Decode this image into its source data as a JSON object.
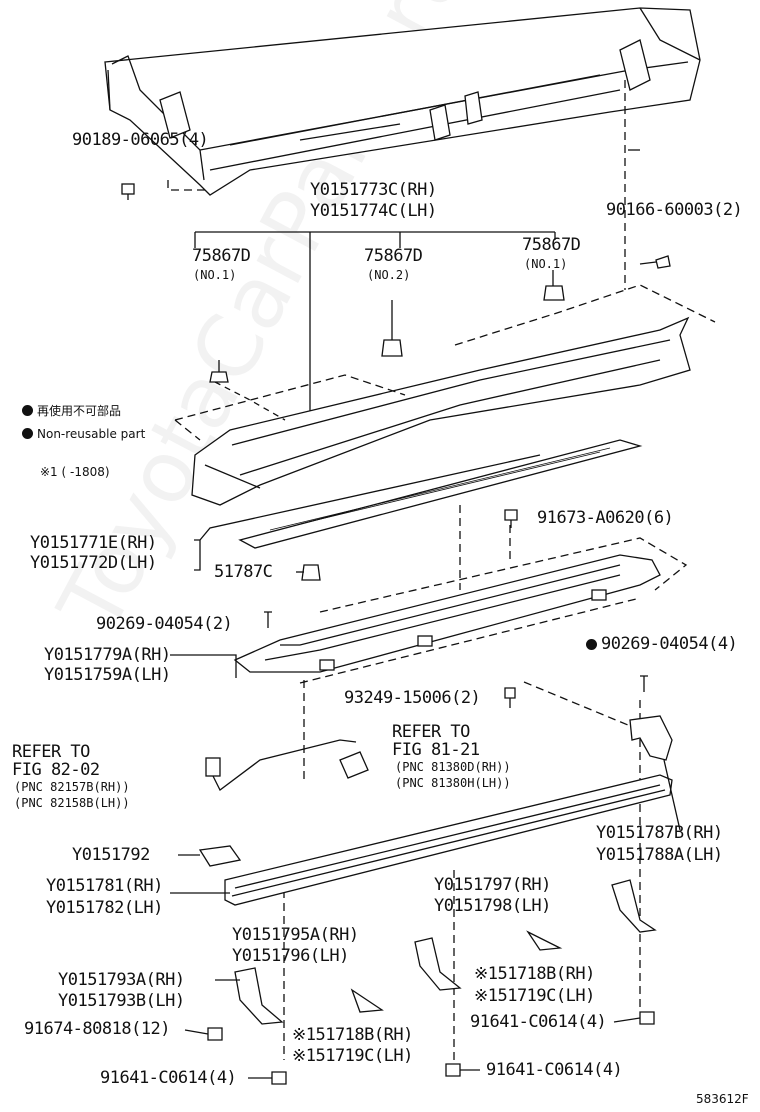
{
  "watermark": "ToyotaCarParts.ru",
  "legend": {
    "reuse_jp": "再使用不可部品",
    "reuse_en": "Non-reusable part",
    "note": "※1 (     -1808)"
  },
  "labels": {
    "p90189": "90189-06065(4)",
    "rh_step": "Y0151773C(RH)",
    "lh_step": "Y0151774C(LH)",
    "c1": "75867D",
    "c1n": "(NO.1)",
    "c2": "75867D",
    "c2n": "(NO.2)",
    "c3": "75867D",
    "c3n": "(NO.1)",
    "p90166": "90166-60003(2)",
    "p91673": "91673-A0620(6)",
    "y771": "Y0151771E(RH)",
    "y772": "Y0151772D(LH)",
    "p51787": "51787C",
    "p90269a": "90269-04054(2)",
    "p90269b": "90269-04054(4)",
    "y779": "Y0151779A(RH)",
    "y759": "Y0151759A(LH)",
    "p93249": "93249-15006(2)",
    "refer1a": "REFER TO",
    "refer1b": "FIG 82-02",
    "refer1c": "(PNC 82157B(RH))",
    "refer1d": "(PNC 82158B(LH))",
    "refer2a": "REFER TO",
    "refer2b": "FIG 81-21",
    "refer2c": "(PNC 81380D(RH))",
    "refer2d": "(PNC 81380H(LH))",
    "y787": "Y0151787B(RH)",
    "y788": "Y0151788A(LH)",
    "y792": "Y0151792",
    "y781": "Y0151781(RH)",
    "y782": "Y0151782(LH)",
    "y797": "Y0151797(RH)",
    "y798": "Y0151798(LH)",
    "y795": "Y0151795A(RH)",
    "y796": "Y0151796(LH)",
    "p718b": "※151718B(RH)",
    "p719c": "※151719C(LH)",
    "y793a": "Y0151793A(RH)",
    "y793b": "Y0151793B(LH)",
    "p718b2": "※151718B(RH)",
    "p719c2": "※151719C(LH)",
    "p91674": "91674-80818(12)",
    "p91641a": "91641-C0614(4)",
    "p91641b": "91641-C0614(4)",
    "p91641c": "91641-C0614(4)",
    "figno": "583612F"
  }
}
